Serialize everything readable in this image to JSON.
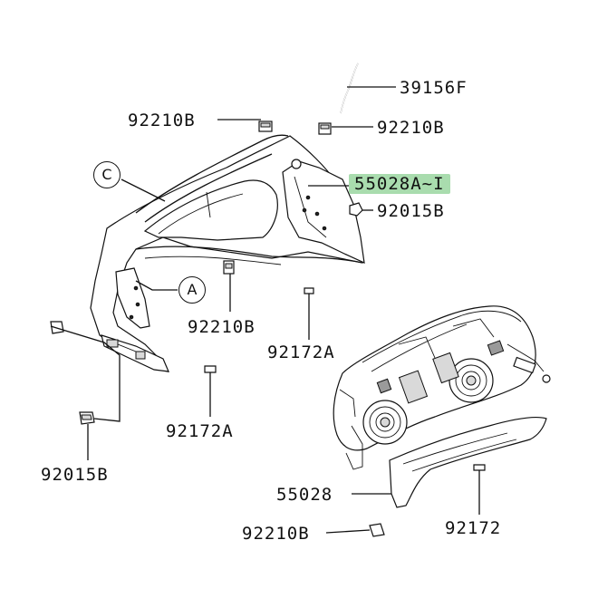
{
  "diagram": {
    "parts": [
      {
        "id": "p1",
        "label": "39156F"
      },
      {
        "id": "p2",
        "label": "92210B"
      },
      {
        "id": "p3",
        "label": "92210B"
      },
      {
        "id": "p4",
        "label": "55028A~I"
      },
      {
        "id": "p5",
        "label": "92015B"
      },
      {
        "id": "p6",
        "label": "92210B"
      },
      {
        "id": "p7",
        "label": "92172A"
      },
      {
        "id": "p8",
        "label": "92172A"
      },
      {
        "id": "p9",
        "label": "92015B"
      },
      {
        "id": "p10",
        "label": "55028"
      },
      {
        "id": "p11",
        "label": "92210B"
      },
      {
        "id": "p12",
        "label": "92172"
      }
    ],
    "callouts": [
      {
        "id": "c1",
        "label": "C"
      },
      {
        "id": "c2",
        "label": "A"
      }
    ],
    "highlight_color": "#a9dcae"
  }
}
